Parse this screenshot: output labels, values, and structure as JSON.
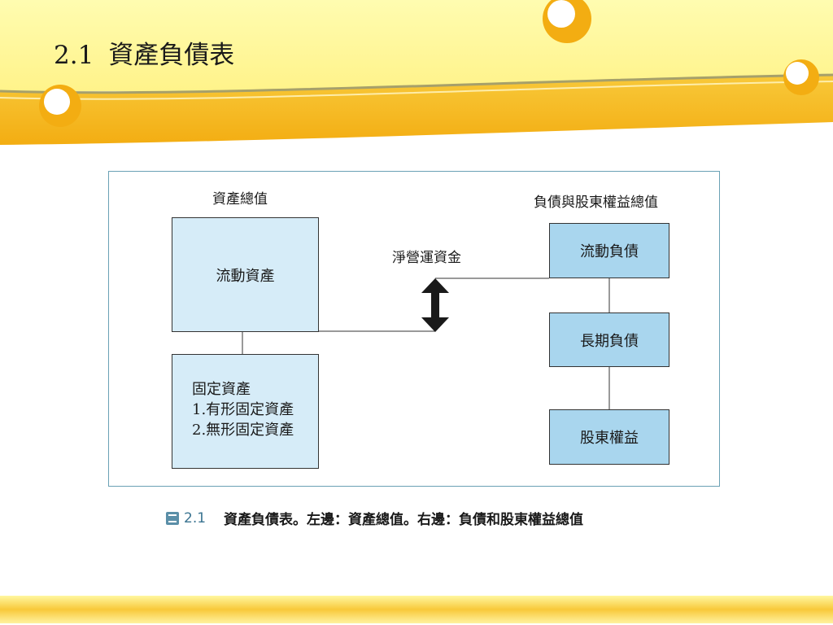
{
  "slide": {
    "section_number": "2.1",
    "title": "資產負債表"
  },
  "diagram": {
    "left_header": "資產總值",
    "right_header": "負債與股東權益總值",
    "middle_label": "淨營運資金",
    "current_assets": "流動資產",
    "fixed_assets": {
      "title": "固定資產",
      "items": [
        "1.有形固定資產",
        "2.無形固定資產"
      ]
    },
    "current_liabilities": "流動負債",
    "long_term_liabilities": "長期負債",
    "shareholder_equity": "股東權益"
  },
  "caption": {
    "figure_number": "2.1",
    "text": "資產負債表。左邊：資產總值。右邊：負債和股東權益總值"
  },
  "colors": {
    "banner_yellow": "#fff89a",
    "banner_orange": "#f6ba1a",
    "left_box_fill": "#d6ecf8",
    "right_box_fill": "#a9d6ee",
    "frame_border": "#6aa1b5"
  }
}
